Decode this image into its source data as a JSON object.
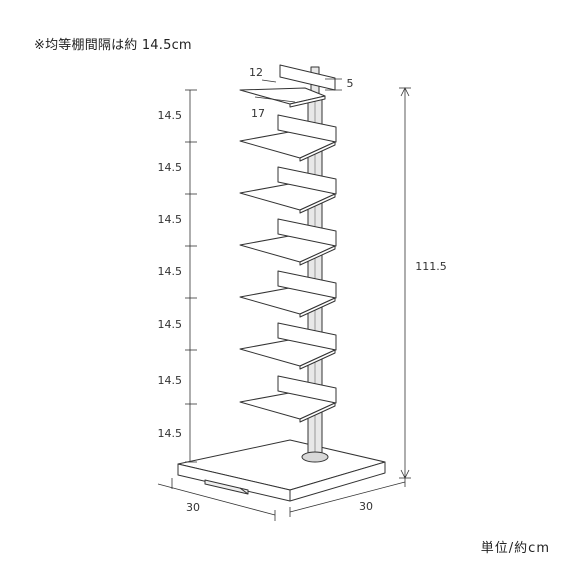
{
  "note": "※均等棚間隔は約 14.5cm",
  "unit_label": "単位/約cm",
  "dimensions": {
    "shelf_depth": "12",
    "shelf_lip": "5",
    "shelf_width": "17",
    "height": "111.5",
    "base_width": "30",
    "base_depth": "30",
    "shelf_spacing": [
      "14.5",
      "14.5",
      "14.5",
      "14.5",
      "14.5",
      "14.5",
      "14.5"
    ]
  }
}
